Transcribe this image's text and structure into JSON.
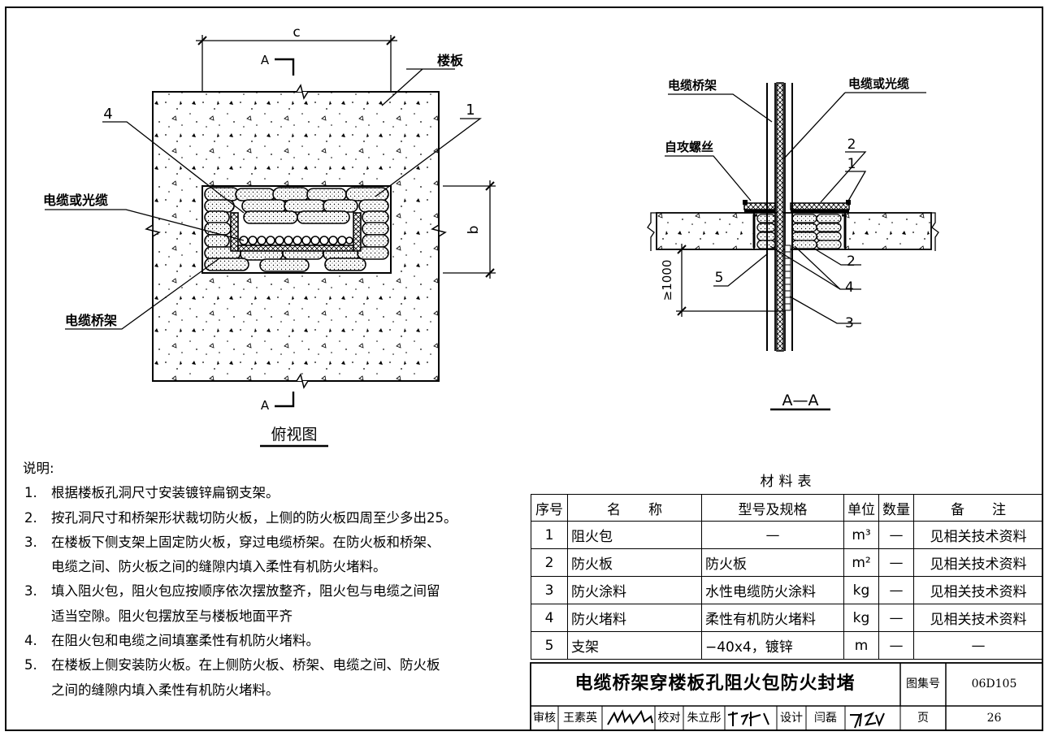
{
  "plan_view": {
    "title": "俯视图",
    "dim_c": "c",
    "dim_b": "b",
    "section_mark": "A",
    "labels": {
      "slab": "楼板",
      "cable": "电缆或光缆",
      "tray": "电缆桥架",
      "item1": "1",
      "item4": "4"
    }
  },
  "section_view": {
    "title": "A—A",
    "labels": {
      "tray": "电缆桥架",
      "cable": "电缆或光缆",
      "screw": "自攻螺丝",
      "n2_top": "2",
      "n1": "1",
      "n2_bottom": "2",
      "n4": "4",
      "n5": "5",
      "n3": "3",
      "dim_height": "≥1000"
    }
  },
  "notes": {
    "heading": "说明:",
    "items": [
      {
        "num": "1.",
        "text": "根据楼板孔洞尺寸安装镀锌扁钢支架。"
      },
      {
        "num": "2.",
        "text": "按孔洞尺寸和桥架形状裁切防火板，上侧的防火板四周至少多出25。"
      },
      {
        "num": "3.",
        "text": "在楼板下侧支架上固定防火板，穿过电缆桥架。在防火板和桥架、",
        "cont": "电缆之间、防火板之间的缝隙内填入柔性有机防火堵料。"
      },
      {
        "num": "3.",
        "text": "填入阻火包，阻火包应按顺序依次摆放整齐，阻火包与电缆之间留",
        "cont": "适当空隙。阻火包摆放至与楼板地面平齐"
      },
      {
        "num": "4.",
        "text": "在阻火包和电缆之间填塞柔性有机防火堵料。"
      },
      {
        "num": "5.",
        "text": "在楼板上侧安装防火板。在上侧防火板、桥架、电缆之间、防火板",
        "cont": "之间的缝隙内填入柔性有机防火堵料。"
      }
    ]
  },
  "materials": {
    "title": "材料表",
    "headers": {
      "no": "序号",
      "name": "名　　称",
      "spec": "型号及规格",
      "unit": "单位",
      "qty": "数量",
      "note": "备　　注"
    },
    "rows": [
      {
        "no": "1",
        "name": "阻火包",
        "spec": "—",
        "unit": "m³",
        "qty": "—",
        "note": "见相关技术资料"
      },
      {
        "no": "2",
        "name": "防火板",
        "spec": "防火板",
        "unit": "m²",
        "qty": "—",
        "note": "见相关技术资料"
      },
      {
        "no": "3",
        "name": "防火涂料",
        "spec": "水性电缆防火涂料",
        "unit": "kg",
        "qty": "—",
        "note": "见相关技术资料"
      },
      {
        "no": "4",
        "name": "防火堵料",
        "spec": "柔性有机防火堵料",
        "unit": "kg",
        "qty": "—",
        "note": "见相关技术资料"
      },
      {
        "no": "5",
        "name": "支架",
        "spec": "−40x4，镀锌",
        "unit": "m",
        "qty": "—",
        "note": "—"
      }
    ]
  },
  "title_block": {
    "title": "电缆桥架穿楼板孔阻火包防火封堵",
    "atlas_label": "图集号",
    "atlas_no": "06D105",
    "page_label": "页",
    "page_no": "26",
    "review_label": "审核",
    "reviewer": "王素英",
    "check_label": "校对",
    "checker": "朱立彤",
    "design_label": "设计",
    "designer": "闫磊"
  }
}
